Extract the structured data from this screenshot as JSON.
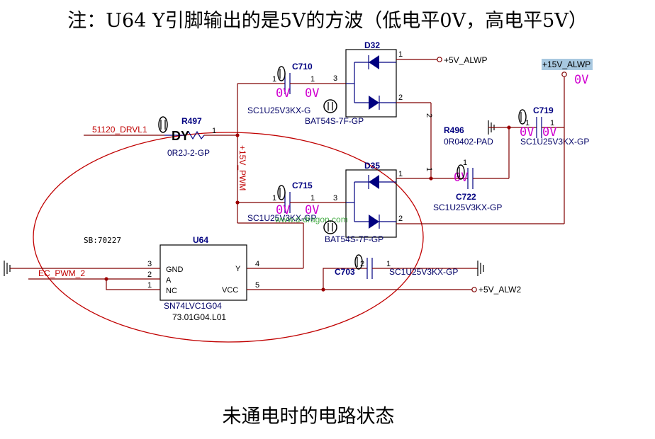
{
  "title": "注：U64 Y引脚输出的是5V的方波（低电平0V，高电平5V）",
  "caption": "未通电时的电路状态",
  "watermark": "www.d-dragon.com",
  "sb_label": "SB:70227",
  "colors": {
    "wire": "#800000",
    "part": "#000080",
    "voltage": "#d000d0",
    "net_red": "#c00000",
    "ellipse": "#c00000",
    "highlight": "#a8c8e0"
  },
  "nets": {
    "drvl": "51120_DRVL1",
    "pwm": "+15V_PWM",
    "ec_pwm": "EC_PWM_2",
    "alwp5": "+5V_ALWP",
    "alwp15": "+15V_ALWP",
    "alw2": "+5V_ALW2"
  },
  "voltages": {
    "c710_left": "0V",
    "c710_right": "0V",
    "c715_left": "0V",
    "c715_right": "0V",
    "c719_left": "0V",
    "c719_right": "0V",
    "c722": "0V",
    "alwp15": "0V"
  },
  "parts": {
    "r497": {
      "ref": "R497",
      "value": "0R2J-2-GP",
      "pin": "1",
      "marker": "DY"
    },
    "c710": {
      "ref": "C710",
      "value": "SC1U25V3KX-G",
      "pin1": "1",
      "pin2": "1"
    },
    "c715": {
      "ref": "C715",
      "value": "SC1U25V3KX-GP",
      "pin1": "1",
      "pin2": "1"
    },
    "d32": {
      "ref": "D32",
      "value": "BAT54S-7F-GP",
      "pin1": "1",
      "pin2": "2",
      "pin3": "3"
    },
    "d35": {
      "ref": "D35",
      "value": "BAT54S-7F-GP",
      "pin1": "1",
      "pin2": "2",
      "pin3": "3"
    },
    "r496": {
      "ref": "R496",
      "value": "0R0402-PAD",
      "pin1": "1",
      "pin2": "2"
    },
    "c719": {
      "ref": "C719",
      "value": "SC1U25V3KX-GP",
      "pin1": "1",
      "pin2": "1"
    },
    "c722": {
      "ref": "C722",
      "value": "SC1U25V3KX-GP",
      "pin1": "1"
    },
    "c703": {
      "ref": "C703",
      "value": "SC1U25V3KX-GP",
      "pin2": "2",
      "pin1": "1"
    },
    "u64": {
      "ref": "U64",
      "value": "SN74LVC1G04",
      "part_no": "73.01G04.L01",
      "gnd": "GND",
      "a": "A",
      "nc": "NC",
      "y": "Y",
      "vcc": "VCC",
      "p1": "1",
      "p2": "2",
      "p3": "3",
      "p4": "4",
      "p5": "5"
    }
  }
}
